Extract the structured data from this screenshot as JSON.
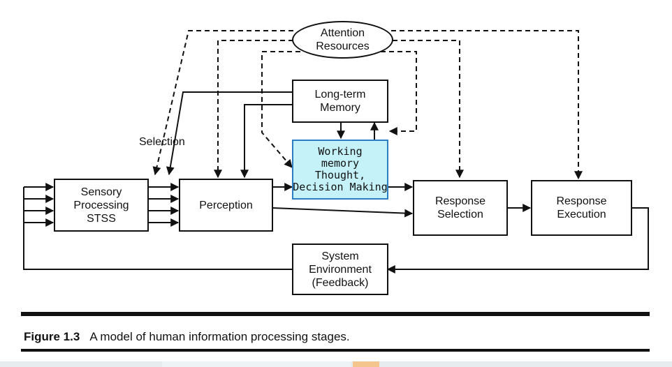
{
  "nodes": {
    "attention": [
      "Attention",
      "Resources"
    ],
    "long_term_memory": [
      "Long-term",
      "Memory"
    ],
    "working_memory": [
      "Working",
      "memory",
      "Thought,",
      "Decision Making"
    ],
    "sensory_processing": [
      "Sensory",
      "Processing",
      "STSS"
    ],
    "perception": [
      "Perception"
    ],
    "response_selection": [
      "Response",
      "Selection"
    ],
    "response_execution": [
      "Response",
      "Execution"
    ],
    "system_environment": [
      "System",
      "Environment",
      "(Feedback)"
    ]
  },
  "labels": {
    "selection": "Selection"
  },
  "caption": {
    "figure_number": "Figure 1.3",
    "text": "A model of human information processing stages."
  },
  "colors": {
    "working_memory_fill": "#c4f2f8",
    "working_memory_border": "#2b7ec4",
    "line": "#111111"
  }
}
